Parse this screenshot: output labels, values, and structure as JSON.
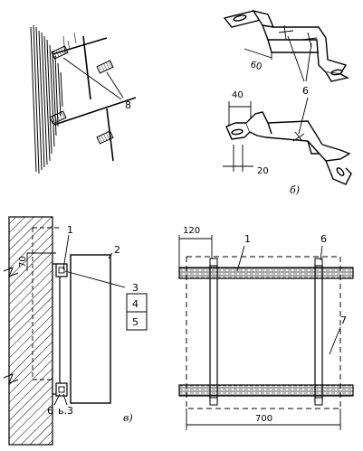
{
  "panel_a": {
    "callout": "8"
  },
  "panel_b": {
    "dim_60": "60",
    "dim_40": "40",
    "dim_20": "20",
    "callout_6": "6",
    "caption": "б)"
  },
  "panel_c": {
    "dim_70": "70",
    "callout_1": "1",
    "callout_2": "2",
    "callout_3": "3",
    "callout_4": "4",
    "callout_5": "5",
    "callout_6": "6",
    "callout_b3": "ь.3",
    "caption": "в)"
  },
  "panel_d": {
    "dim_120": "120",
    "dim_700": "700",
    "callout_1": "1",
    "callout_6": "6",
    "callout_7": "7"
  }
}
